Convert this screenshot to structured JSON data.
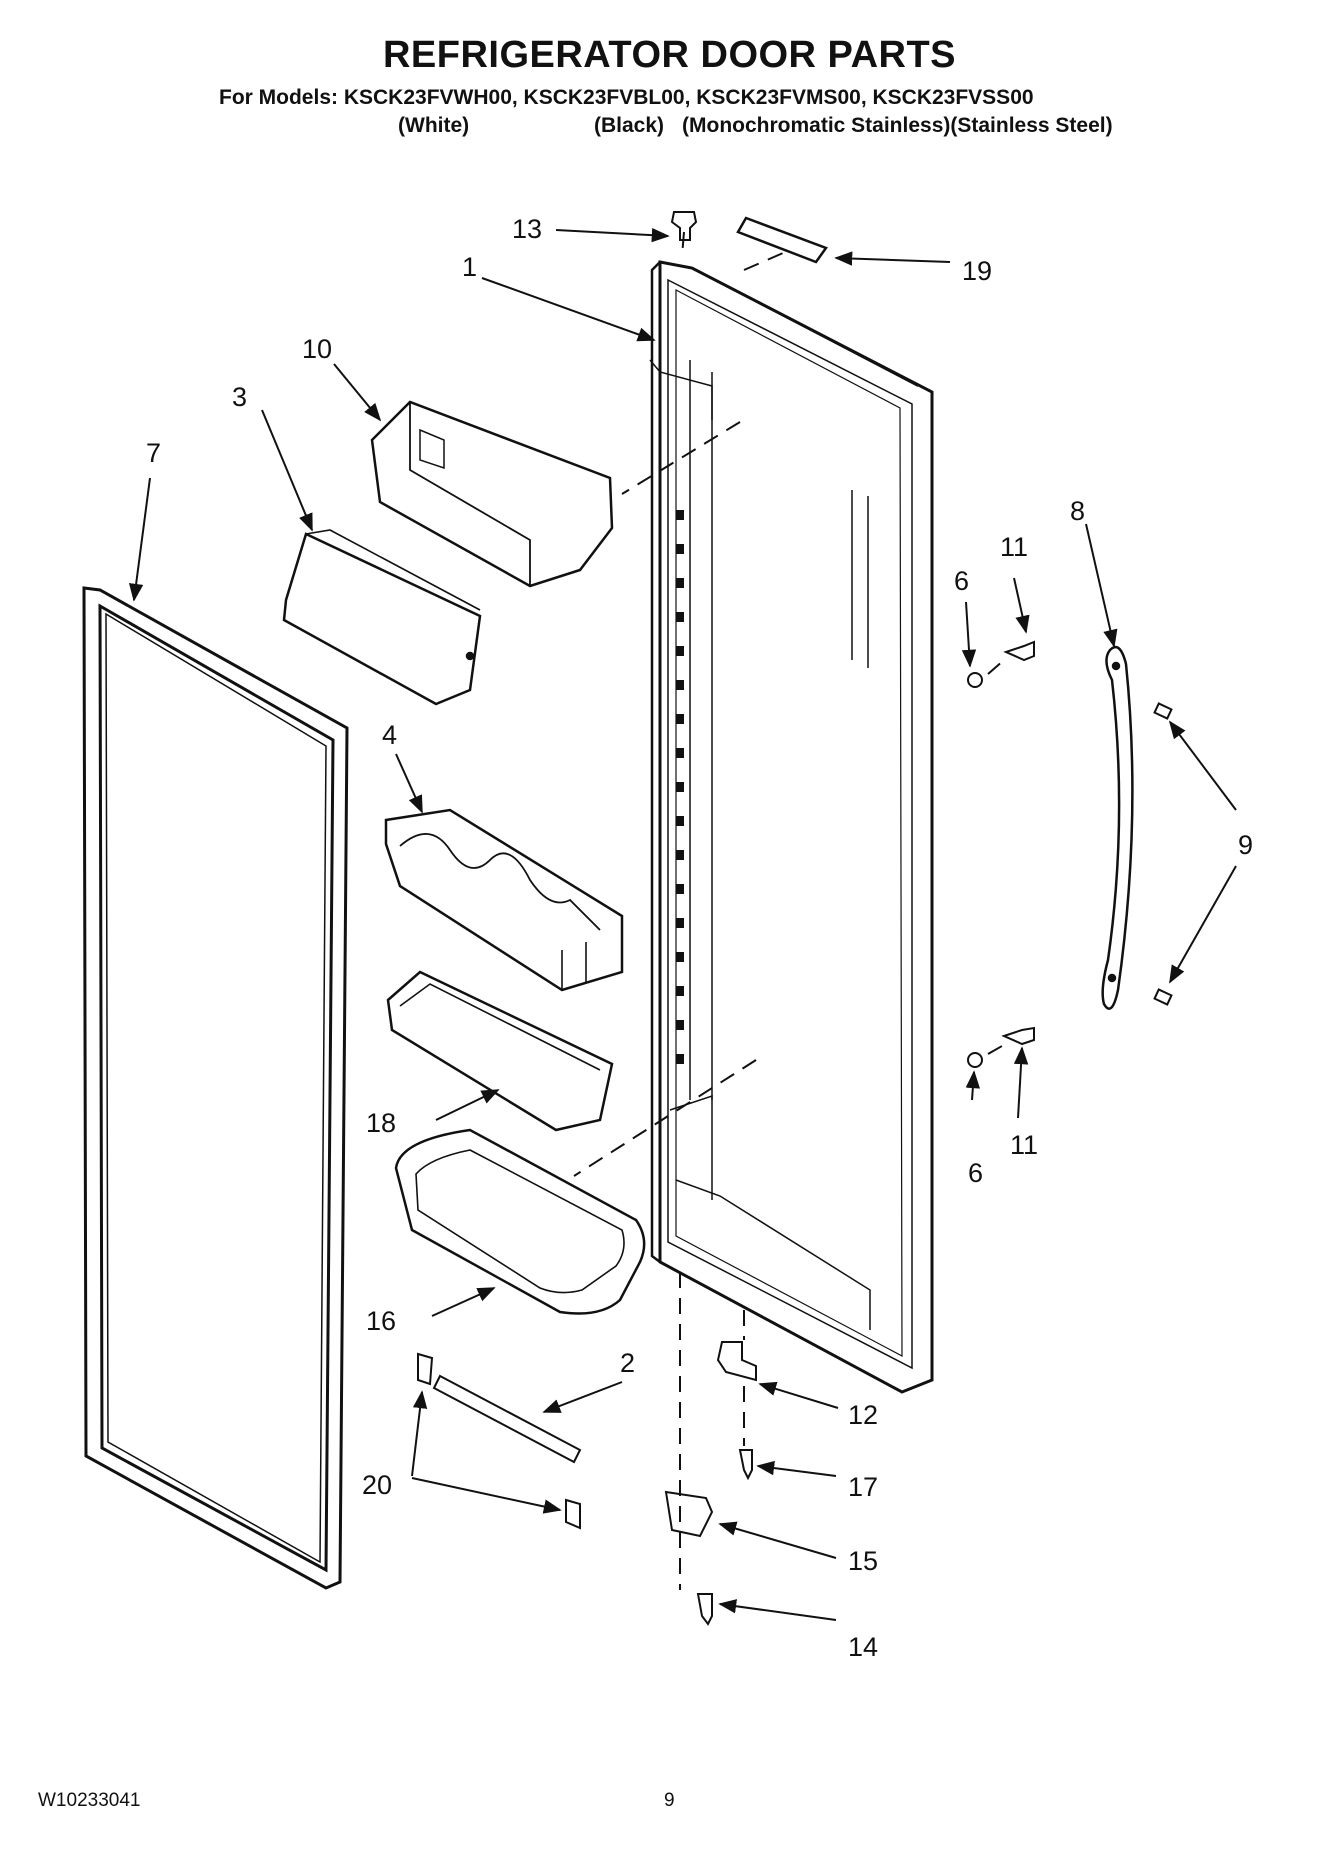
{
  "header": {
    "title": "REFRIGERATOR DOOR PARTS",
    "models_line": "For Models: KSCK23FVWH00, KSCK23FVBL00, KSCK23FVMS00, KSCK23FVSS00",
    "colors": [
      "(White)",
      "(Black)",
      "(Monochromatic Stainless)(Stainless Steel)"
    ]
  },
  "callouts": {
    "c13": "13",
    "c1": "1",
    "c19": "19",
    "c10": "10",
    "c3": "3",
    "c7": "7",
    "c8": "8",
    "c11a": "11",
    "c6a": "6",
    "c4": "4",
    "c9": "9",
    "c18": "18",
    "c6b": "6",
    "c11b": "11",
    "c16": "16",
    "c2": "2",
    "c12": "12",
    "c20": "20",
    "c17": "17",
    "c15": "15",
    "c14": "14"
  },
  "footer": {
    "doc_number": "W10233041",
    "page_number": "9"
  }
}
